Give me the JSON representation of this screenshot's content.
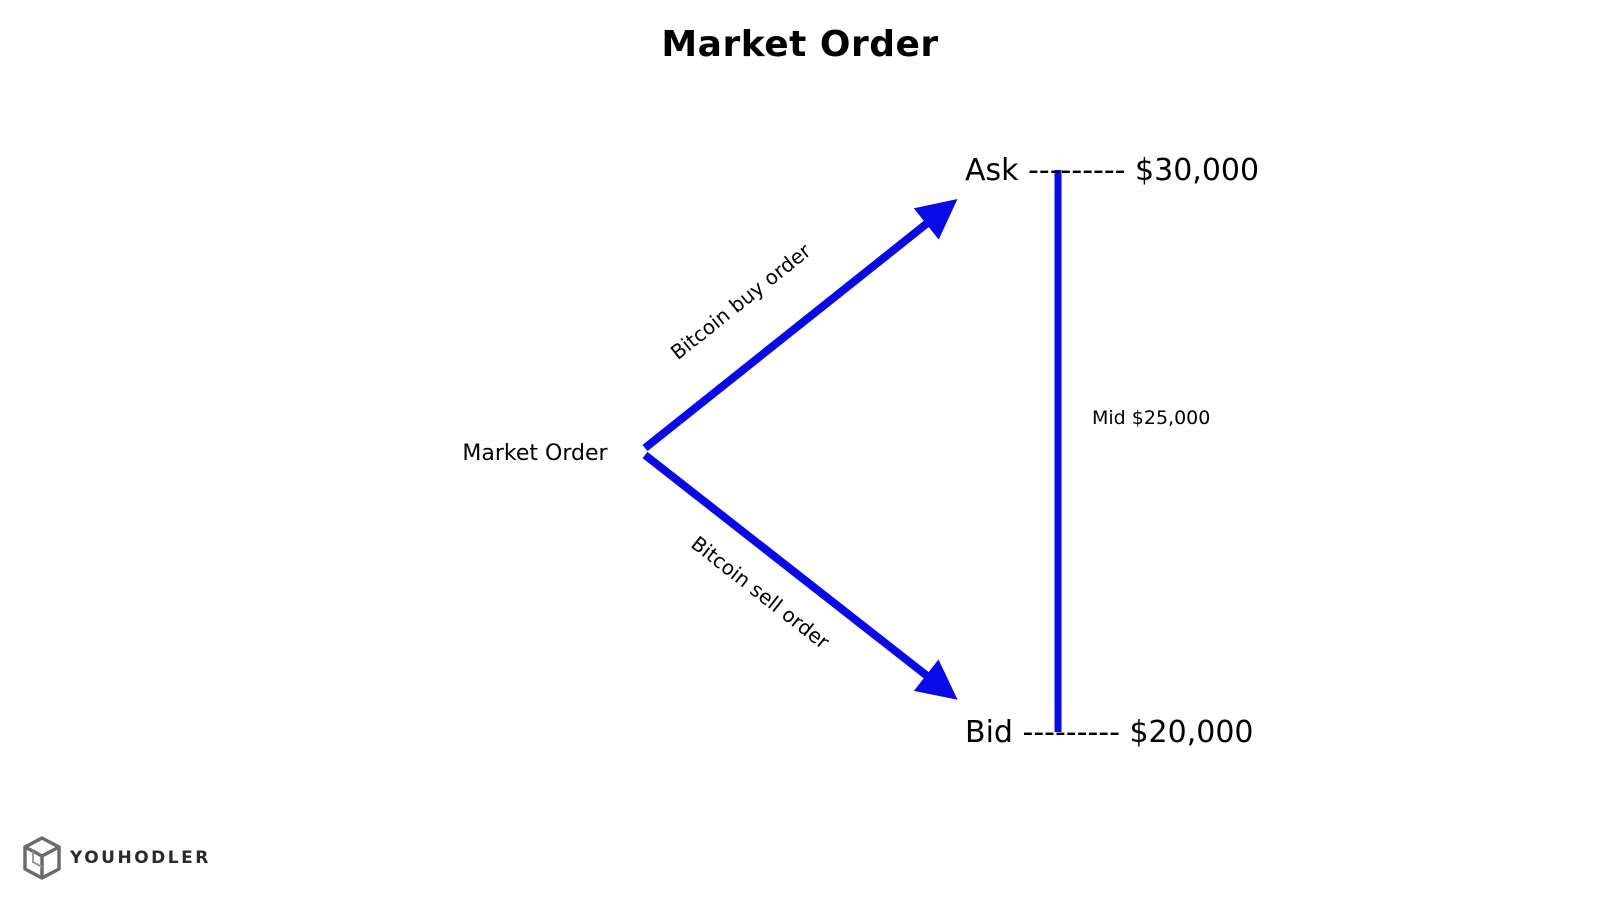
{
  "title": "Market Order",
  "diagram": {
    "origin_label": "Market Order",
    "buy_label": "Bitcoin buy order",
    "sell_label": "Bitcoin sell order",
    "ask_label": "Ask --------- $30,000",
    "bid_label": "Bid --------- $20,000",
    "mid_label": "Mid $25,000",
    "arrow_color": "#0a0ae6"
  },
  "logo": {
    "text": "YOUHODLER",
    "icon": "youhodler-cube-icon"
  }
}
